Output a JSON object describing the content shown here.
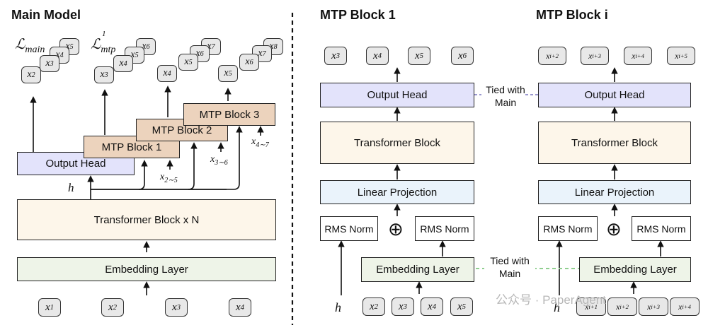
{
  "left": {
    "title": "Main Model",
    "embedding": "Embedding Layer",
    "transformer": "Transformer Block x N",
    "output_head": "Output Head",
    "mtp1": "MTP Block 1",
    "mtp2": "MTP Block 2",
    "mtp3": "MTP Block 3",
    "h": "h",
    "inputs": [
      "x1",
      "x2",
      "x3",
      "x4"
    ],
    "loss_main": "ℒmain",
    "loss_mtp": "ℒmtp",
    "loss_mtp_sup": "1",
    "stack_main": [
      "x5",
      "x4",
      "x3",
      "x2"
    ],
    "stack_mtp1": [
      "x6",
      "x5",
      "x4",
      "x3"
    ],
    "stack_mtp2": [
      "x7",
      "x6",
      "x5",
      "x4"
    ],
    "stack_mtp3": [
      "x8",
      "x7",
      "x6",
      "x5"
    ],
    "range1": "x2∼5",
    "range2": "x3∼6",
    "range3": "x4∼7"
  },
  "mtp1": {
    "title": "MTP Block 1",
    "outputs": [
      "x3",
      "x4",
      "x5",
      "x6"
    ],
    "output_head": "Output Head",
    "transformer": "Transformer Block",
    "linear": "Linear Projection",
    "rms_left": "RMS Norm",
    "rms_right": "RMS Norm",
    "plus": "⊕",
    "embedding": "Embedding Layer",
    "h": "h",
    "inputs": [
      "x2",
      "x3",
      "x4",
      "x5"
    ]
  },
  "mtpi": {
    "title": "MTP Block i",
    "outputs": [
      "xi+2",
      "xi+3",
      "xi+4",
      "xi+5"
    ],
    "output_head": "Output Head",
    "transformer": "Transformer Block",
    "linear": "Linear Projection",
    "rms_left": "RMS Norm",
    "rms_right": "RMS Norm",
    "plus": "⊕",
    "embedding": "Embedding Layer",
    "h": "h",
    "inputs": [
      "xi+1",
      "xi+2",
      "xi+3",
      "xi+4"
    ]
  },
  "tied_top": "Tied with\nMain",
  "tied_bottom": "Tied with\nMain",
  "watermark": "公众号 · PaperAgent",
  "colors": {
    "output_head": "#e3e3fb",
    "mtp_block": "#ecd3bd",
    "transformer": "#fdf6ea",
    "embedding": "#eef4e8",
    "linear": "#eaf3fb",
    "tied_top_line": "#9a97cf",
    "tied_bottom_line": "#8fcf8f"
  }
}
